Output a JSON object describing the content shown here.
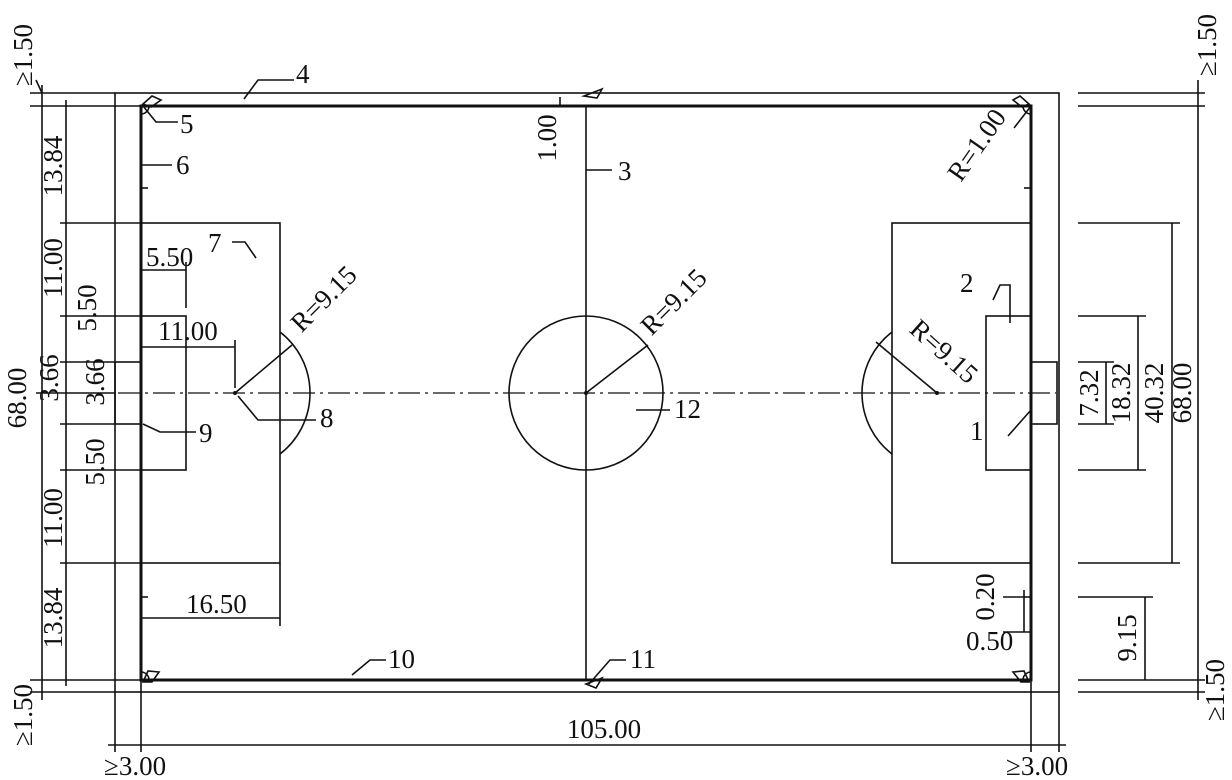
{
  "dimensions": {
    "margin_top_left": "≥1.50",
    "margin_bottom_left": "≥1.50",
    "margin_top_right": "≥1.50",
    "margin_bottom_right": "≥1.50",
    "side_left": "≥3.00",
    "side_right": "≥3.00",
    "overall_length": "105.00",
    "overall_width_left": "68.00",
    "overall_width_right": "68.00",
    "left_13_84_top": "13.84",
    "left_11_00_top": "11.00",
    "left_5_50_top": "5.50",
    "left_3_66_a": "3.66",
    "left_3_66_b": "3.66",
    "left_5_50_bottom": "5.50",
    "left_11_00_bottom": "11.00",
    "left_13_84_bottom": "13.84",
    "goal_area_depth": "5.50",
    "penalty_spot_distance": "11.00",
    "penalty_area_depth": "16.50",
    "mark_offset": "1.00",
    "corner_radius": "R=1.00",
    "arc_radius_left": "R=9.15",
    "center_radius": "R=9.15",
    "arc_radius_right": "R=9.15",
    "goal_width": "7.32",
    "goal_area_width": "18.32",
    "penalty_area_width": "40.32",
    "corner_mark_distance": "9.15",
    "dim_0_20": "0.20",
    "dim_0_50": "0.50"
  },
  "callouts": [
    "1",
    "2",
    "3",
    "4",
    "5",
    "6",
    "7",
    "8",
    "9",
    "10",
    "11",
    "12"
  ]
}
